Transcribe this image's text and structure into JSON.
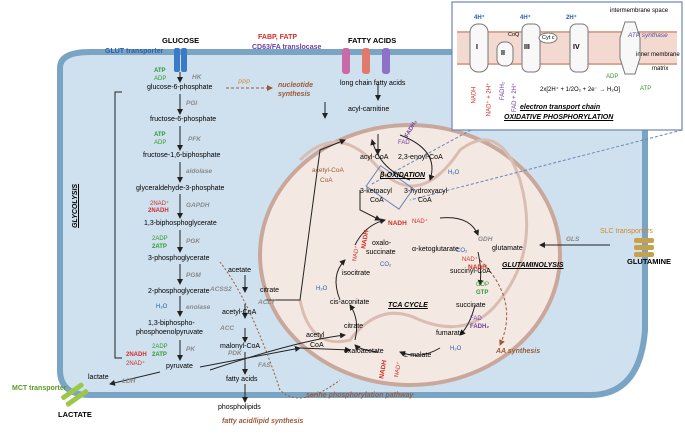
{
  "header": {
    "glucose": "GLUCOSE",
    "fatty_acids": "FATTY ACIDS",
    "fabp": "FABP, FATP",
    "cd63": "CD63/FA translocase",
    "glut": "GLUT transporter",
    "slc": "SLC transporters",
    "glutamine": "GLUTAMINE",
    "mct": "MCT transporter",
    "lactate_out": "LACTATE"
  },
  "glycolysis": {
    "label": "GLYCOLYSIS",
    "metabolites": [
      "glucose-6-phosphate",
      "fructose-6-phosphate",
      "fructose-1,6-biphosphate",
      "glyceraldehyde-3-phosphate",
      "1,3-biphosphoglycerate",
      "3-phosphoglycerate",
      "2-phosphoglycerate",
      "1,3-biphospho-",
      "phosphoenolpyruvate",
      "pyruvate",
      "lactate"
    ],
    "enzymes": [
      "HK",
      "PGI",
      "PFK",
      "aldolase",
      "GAPDH",
      "PGK",
      "PGM",
      "enolase",
      "PK",
      "LDH"
    ],
    "cofactors": {
      "atp": "ATP",
      "adp": "ADP",
      "nad_plus": "2NAD⁺",
      "nadh2": "2NADH",
      "adp2": "2ADP",
      "atp2": "2ATP",
      "h2o": "H₂O"
    }
  },
  "ppp": {
    "enzyme": "PPP",
    "product": "nucleotide",
    "product2": "synthesis"
  },
  "lipid": {
    "acetate": "acetate",
    "acss2": "ACSS2",
    "citrate": "citrate",
    "acly": "ACLY",
    "acetyl_coa": "acetyl-CoA",
    "acc": "ACC",
    "malonyl_coa": "malonyl-CoA",
    "fas": "FAS",
    "fatty_acids": "fatty acids",
    "phospholipids": "phospholipids",
    "synthesis": "fatty acid/lipid synthesis",
    "pdk": "PDK"
  },
  "beta": {
    "lcfa": "long chain fatty acids",
    "acylcarnitine": "acyl-carnitine",
    "label": "β-OXIDATION",
    "acyl_coa": "acyl-CoA",
    "enoyl": "2,3-enoyl-CoA",
    "hydroxy": "3-hydroxyacyl",
    "hydroxy2": "CoA",
    "keto": "3-ketoacyl",
    "keto2": "CoA",
    "fadh2": "FADH₂",
    "fad": "FAD",
    "acetyl": "acetyl-CoA",
    "coa": "CoA",
    "nadh": "NADH",
    "nad": "NAD⁺",
    "h2o": "H₂O"
  },
  "tca": {
    "label": "TCA CYCLE",
    "acetyl": "acetyl",
    "coa": "CoA",
    "citrate": "citrate",
    "cis": "cis-aconitate",
    "isocitrate": "isocitrate",
    "oxalo": "oxalo-",
    "succinate_": "succinate",
    "akg": "α-ketoglutarate",
    "succ_coa": "succinyl-CoA",
    "succinate": "succinate",
    "fumarate": "fumarate",
    "malate": "L-malate",
    "oaa": "oxaloacetate",
    "nadh": "NADH",
    "nad": "NAD⁺",
    "co2": "CO₂",
    "gdp": "GDP",
    "gtp": "GTP",
    "fad": "FAD",
    "fadh2": "FADH₂",
    "h2o": "H₂O"
  },
  "glutaminolysis": {
    "label": "GLUTAMINOLYSIS",
    "glutamate": "glutamate",
    "gdh": "GDH",
    "gls": "GLS",
    "aa": "AA synthesis"
  },
  "serine": "serine phosphorylation pathway",
  "etc": {
    "intermembrane": "intermembrane space",
    "inner": "inner membrane",
    "matrix": "matrix",
    "atp_synthase": "ATP synthase",
    "h4a": "4H⁺",
    "h4b": "4H⁺",
    "h2": "2H⁺",
    "coq": "CoQ",
    "cytc": "Cyt c",
    "c1": "I",
    "c2": "II",
    "c3": "III",
    "c4": "IV",
    "nadh": "NADH",
    "nad": "NAD⁺ + 2H⁺",
    "fadh2": "FADH₂",
    "fad": "FAD + 2H⁺",
    "adp": "ADP",
    "atp": "ATP",
    "eq": "2x[2H⁺ + 1/2O₂ + 2e⁻ → H₂O]",
    "title": "electron transport chain",
    "title2": "OXIDATIVE PHOSPHORYLATION",
    "e": "2e⁻"
  }
}
